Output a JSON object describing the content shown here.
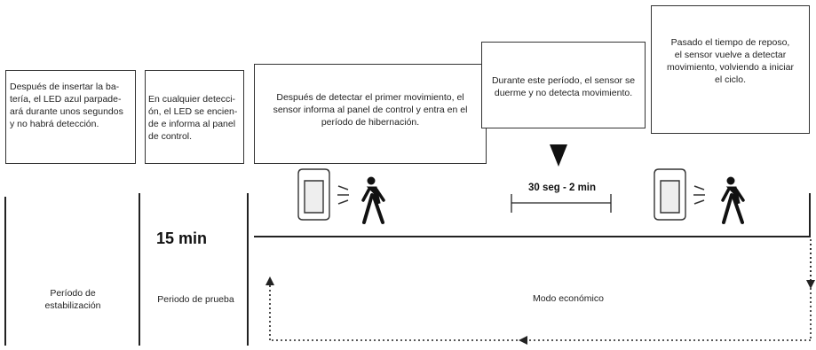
{
  "boxes": {
    "battery_note": "Después de insertar la ba-\ntería, el LED azul parpade-\nará durante unos segundos\ny no habrá detección.",
    "detection_note": "En cualquier detecci-\nón, el LED se encien-\nde e informa al panel\nde control.",
    "first_motion_note": "Después de detectar el primer movimiento, el\nsensor informa al panel de control y entra en el\nperíodo de hibernación.",
    "sleep_note": "Durante este período, el sensor se\nduerme y no detecta movimiento.",
    "rest_note": "Pasado el tiempo de reposo,\nel sensor vuelve a detectar\nmovimiento, volviendo a iniciar\nel ciclo."
  },
  "phases": {
    "stabilization_label": "Período de\nestabilización",
    "test_label": "Periodo de prueba",
    "test_duration": "15 min",
    "economy_label": "Modo económico",
    "sleep_range": "30 seg - 2 min"
  },
  "icons": {
    "sensor": "motion-sensor-icon",
    "person": "walking-person-icon",
    "arrow": "down-triangle-icon"
  }
}
